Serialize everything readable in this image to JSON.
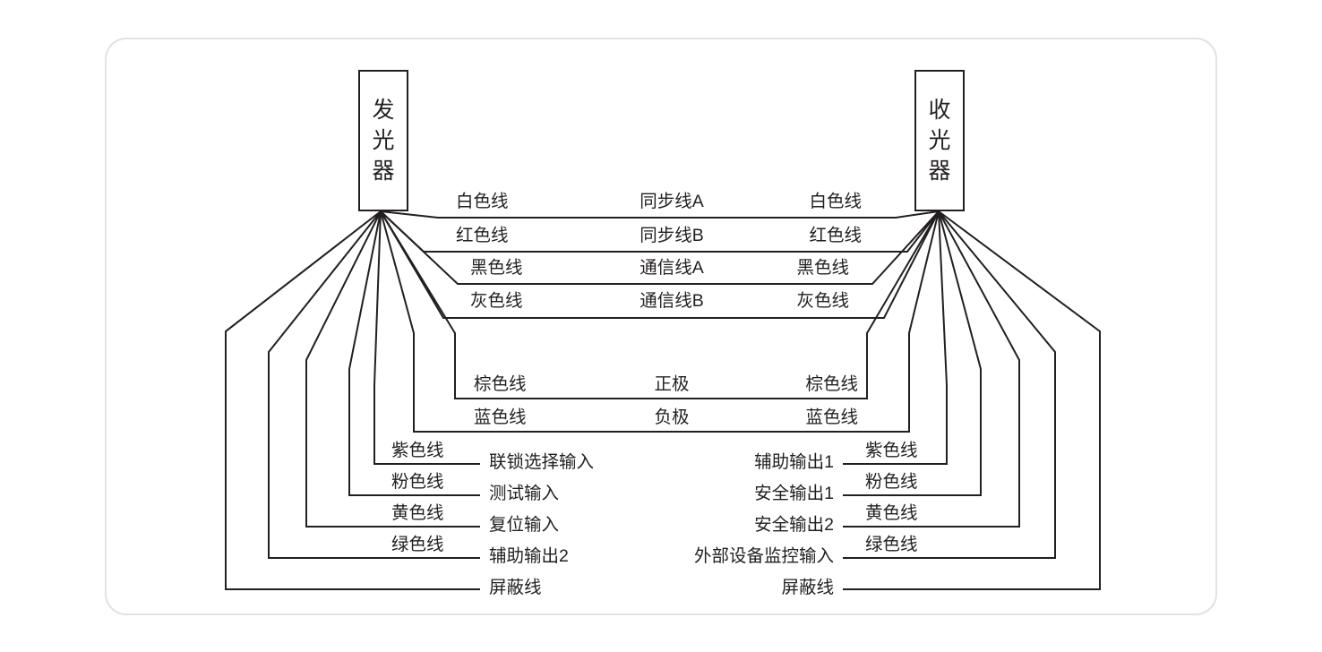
{
  "diagram": {
    "title_left": "发光器",
    "title_right": "收光器",
    "emitter_chars": [
      "发",
      "光",
      "器"
    ],
    "receiver_chars": [
      "收",
      "光",
      "器"
    ],
    "line_color": "#231f20",
    "frame_color": "#e2e2e2",
    "background": "#ffffff"
  },
  "paired_wires": [
    {
      "left_color": "白色线",
      "function": "同步线A",
      "right_color": "白色线"
    },
    {
      "left_color": "红色线",
      "function": "同步线B",
      "right_color": "红色线"
    },
    {
      "left_color": "黑色线",
      "function": "通信线A",
      "right_color": "黑色线"
    },
    {
      "left_color": "灰色线",
      "function": "通信线B",
      "right_color": "灰色线"
    },
    {
      "left_color": "棕色线",
      "function": "正极",
      "right_color": "棕色线"
    },
    {
      "left_color": "蓝色线",
      "function": "负极",
      "right_color": "蓝色线"
    }
  ],
  "emitter_wires": [
    {
      "color": "紫色线",
      "function": "联锁选择输入"
    },
    {
      "color": "粉色线",
      "function": "测试输入"
    },
    {
      "color": "黄色线",
      "function": "复位输入"
    },
    {
      "color": "绿色线",
      "function": "辅助输出2"
    },
    {
      "color": "",
      "function": "屏蔽线"
    }
  ],
  "receiver_wires": [
    {
      "function": "辅助输出1",
      "color": "紫色线"
    },
    {
      "function": "安全输出1",
      "color": "粉色线"
    },
    {
      "function": "安全输出2",
      "color": "黄色线"
    },
    {
      "function": "外部设备监控输入",
      "color": "绿色线"
    },
    {
      "function": "屏蔽线",
      "color": ""
    }
  ]
}
